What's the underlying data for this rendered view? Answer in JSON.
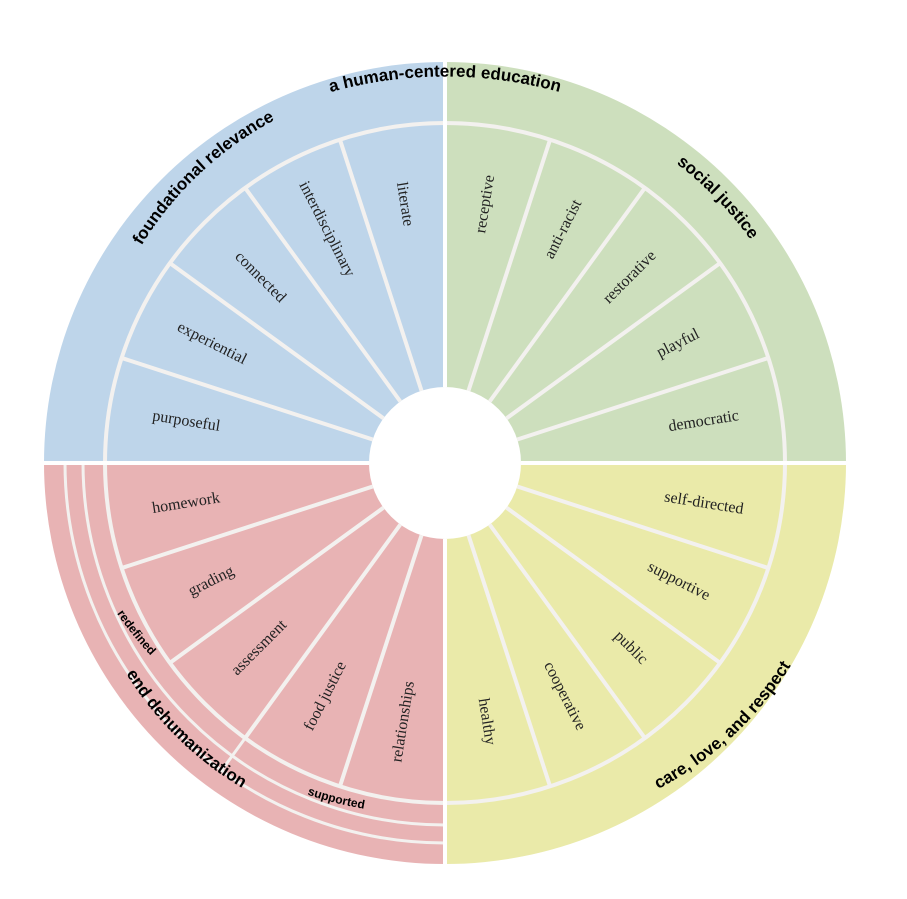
{
  "title": "a human-centered education",
  "colors": {
    "blue": "#bed5ea",
    "green": "#cddfbd",
    "yellow": "#eaeaa9",
    "red": "#e8b3b4",
    "divider": "#f3f1ef",
    "center": "#ffffff"
  },
  "quadrants": [
    {
      "id": "foundational",
      "label": "foundational relevance",
      "color": "blue",
      "segments": [
        "purposeful",
        "experiential",
        "connected",
        "interdisciplinary",
        "literate"
      ]
    },
    {
      "id": "social",
      "label": "social justice",
      "color": "green",
      "segments": [
        "receptive",
        "anti-racist",
        "restorative",
        "playful",
        "democratic"
      ]
    },
    {
      "id": "care",
      "label": "care, love, and respect",
      "color": "yellow",
      "segments": [
        "self-directed",
        "supportive",
        "public",
        "cooperative",
        "healthy"
      ]
    },
    {
      "id": "dehumanization",
      "label": "end dehumanization",
      "color": "red",
      "segments": [
        "relationships",
        "food justice",
        "assessment",
        "grading",
        "homework"
      ],
      "subgroups": [
        "redefined",
        "supported"
      ]
    }
  ]
}
